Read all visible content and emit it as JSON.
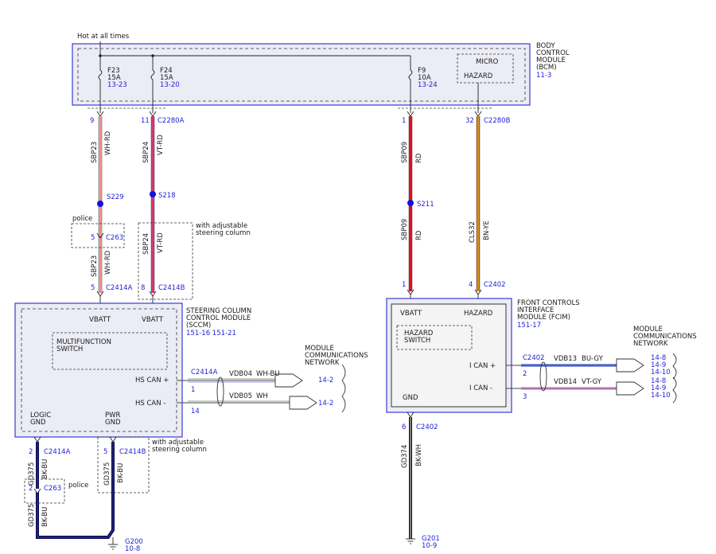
{
  "bcm": {
    "hot_label": "Hot at all times",
    "title_lines": [
      "BODY",
      "CONTROL",
      "MODULE",
      "(BCM)"
    ],
    "page_ref": "11-3",
    "micro_label": "MICRO",
    "hazard_label": "HAZARD",
    "fuses": [
      {
        "name": "F23",
        "amps": "15A",
        "ref": "13-23"
      },
      {
        "name": "F24",
        "amps": "15A",
        "ref": "13-20"
      },
      {
        "name": "F9",
        "amps": "10A",
        "ref": "13-24"
      }
    ]
  },
  "bcm_pins": {
    "f23_pin": "9",
    "f24_pin": "11",
    "f24_conn": "C2280A",
    "f9_pin": "1",
    "hazard_pin": "32",
    "hazard_conn": "C2280B"
  },
  "wires": {
    "sbp23": "SBP23",
    "wh_rd": "WH-RD",
    "sbp24": "SBP24",
    "vt_rd": "VT-RD",
    "sbp09": "SBP09",
    "rd": "RD",
    "cls32": "CLS32",
    "bn_ye": "BN-YE",
    "gd375": "GD375",
    "bk_bu": "BK-BU",
    "gd374": "GD374",
    "bk_wh": "BK-WH",
    "vdb04": "VDB04",
    "wh_bu": "WH-BU",
    "vdb05": "VDB05",
    "wh": "WH",
    "vdb13": "VDB13",
    "bu_gy": "BU-GY",
    "vdb14": "VDB14",
    "vt_gy": "VT-GY"
  },
  "splices": {
    "s229": "S229",
    "s218": "S218",
    "s211": "S211"
  },
  "c263": {
    "label": "police",
    "pin_upper": "5",
    "conn": "C263",
    "pin_lower": "2"
  },
  "adj_col": {
    "line1": "with adjustable",
    "line2": "steering column"
  },
  "sccm": {
    "title_lines": [
      "STEERING COLUMN",
      "CONTROL MODULE",
      "(SCCM)"
    ],
    "refs": "151-16  151-21",
    "vbatt1": "VBATT",
    "vbatt2": "VBATT",
    "switch_lines": [
      "MULTIFUNCTION",
      "SWITCH"
    ],
    "hscan_plus": "HS CAN +",
    "hscan_minus": "HS CAN -",
    "logic_gnd": [
      "LOGIC",
      "GND"
    ],
    "pwr_gnd": [
      "PWR",
      "GND"
    ],
    "pin5": "5",
    "conn_a": "C2414A",
    "pin8": "8",
    "conn_b": "C2414B",
    "can_conn": "C2414A",
    "can_pin1": "1",
    "can_pin14": "14",
    "gnd_pin2": "2",
    "gnd_conn_a": "C2414A",
    "gnd_pin5": "5",
    "gnd_conn_b": "C2414B"
  },
  "mcn_left": {
    "title_lines": [
      "MODULE",
      "COMMUNICATIONS",
      "NETWORK"
    ],
    "ref1": "14-2",
    "ref2": "14-2"
  },
  "fcim": {
    "title_lines": [
      "FRONT CONTROLS",
      "INTERFACE",
      "MODULE (FCIM)"
    ],
    "ref": "151-17",
    "vbatt": "VBATT",
    "hazard": "HAZARD",
    "switch_lines": [
      "HAZARD",
      "SWITCH"
    ],
    "ican_plus": "I CAN +",
    "ican_minus": "I CAN -",
    "gnd": "GND",
    "pin1": "1",
    "pin4": "4",
    "conn": "C2402",
    "can_conn": "C2402",
    "can_pin2": "2",
    "can_pin3": "3",
    "gnd_pin": "6",
    "gnd_conn": "C2402"
  },
  "mcn_right": {
    "title_lines": [
      "MODULE",
      "COMMUNICATIONS",
      "NETWORK"
    ],
    "refs_top": [
      "14-8",
      "14-9",
      "14-10"
    ],
    "refs_bot": [
      "14-8",
      "14-9",
      "14-10"
    ]
  },
  "grounds": {
    "g200": "G200",
    "g200_ref": "10-8",
    "g201": "G201",
    "g201_ref": "10-9"
  },
  "colors": {
    "blue_outline": "#3b3bd4",
    "module_fill": "#ececf6",
    "wh_rd_stripe": "#e02020",
    "vt_rd": "#e040b0",
    "rd": "#e01020",
    "bn_ye": "#b86818",
    "ye": "#f0c020",
    "bk_bu": "#0a0a50",
    "bu_gy": "#2040c8",
    "vt_gy": "#c060c0",
    "splice": "#1010e0"
  }
}
